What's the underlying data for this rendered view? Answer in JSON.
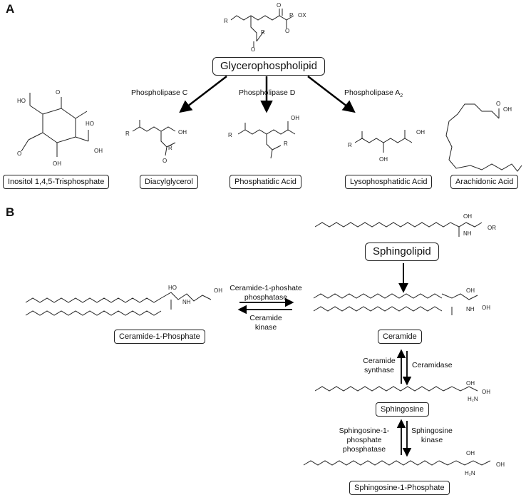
{
  "panels": {
    "a": "A",
    "b": "B"
  },
  "section_a": {
    "central": "Glycerophospholipid",
    "enzymes": {
      "plc": "Phospholipase C",
      "pld": "Phospholipase D",
      "pla2": "Phospholipase A",
      "pla2_sub": "2"
    },
    "products": {
      "ip3": "Inositol 1,4,5-Trisphosphate",
      "dag": "Diacylglycerol",
      "pa": "Phosphatidic Acid",
      "lpa": "Lysophosphatidic Acid",
      "aa": "Arachidonic Acid"
    }
  },
  "section_b": {
    "central": "Sphingolipid",
    "nodes": {
      "ceramide": "Ceramide",
      "c1p": "Ceramide-1-Phosphate",
      "sphingosine": "Sphingosine",
      "s1p": "Sphingosine-1-Phosphate"
    },
    "enzymes": {
      "c1p_phosphatase": "Ceramide-1-phoshate phosphatase",
      "ceramide_kinase": "Ceramide kinase",
      "ceramide_synthase": "Ceramide synthase",
      "ceramidase": "Ceramidase",
      "s1p_phosphatase": "Sphingosine-1- phosphate phosphatase",
      "sphingosine_kinase": "Sphingosine kinase"
    }
  }
}
